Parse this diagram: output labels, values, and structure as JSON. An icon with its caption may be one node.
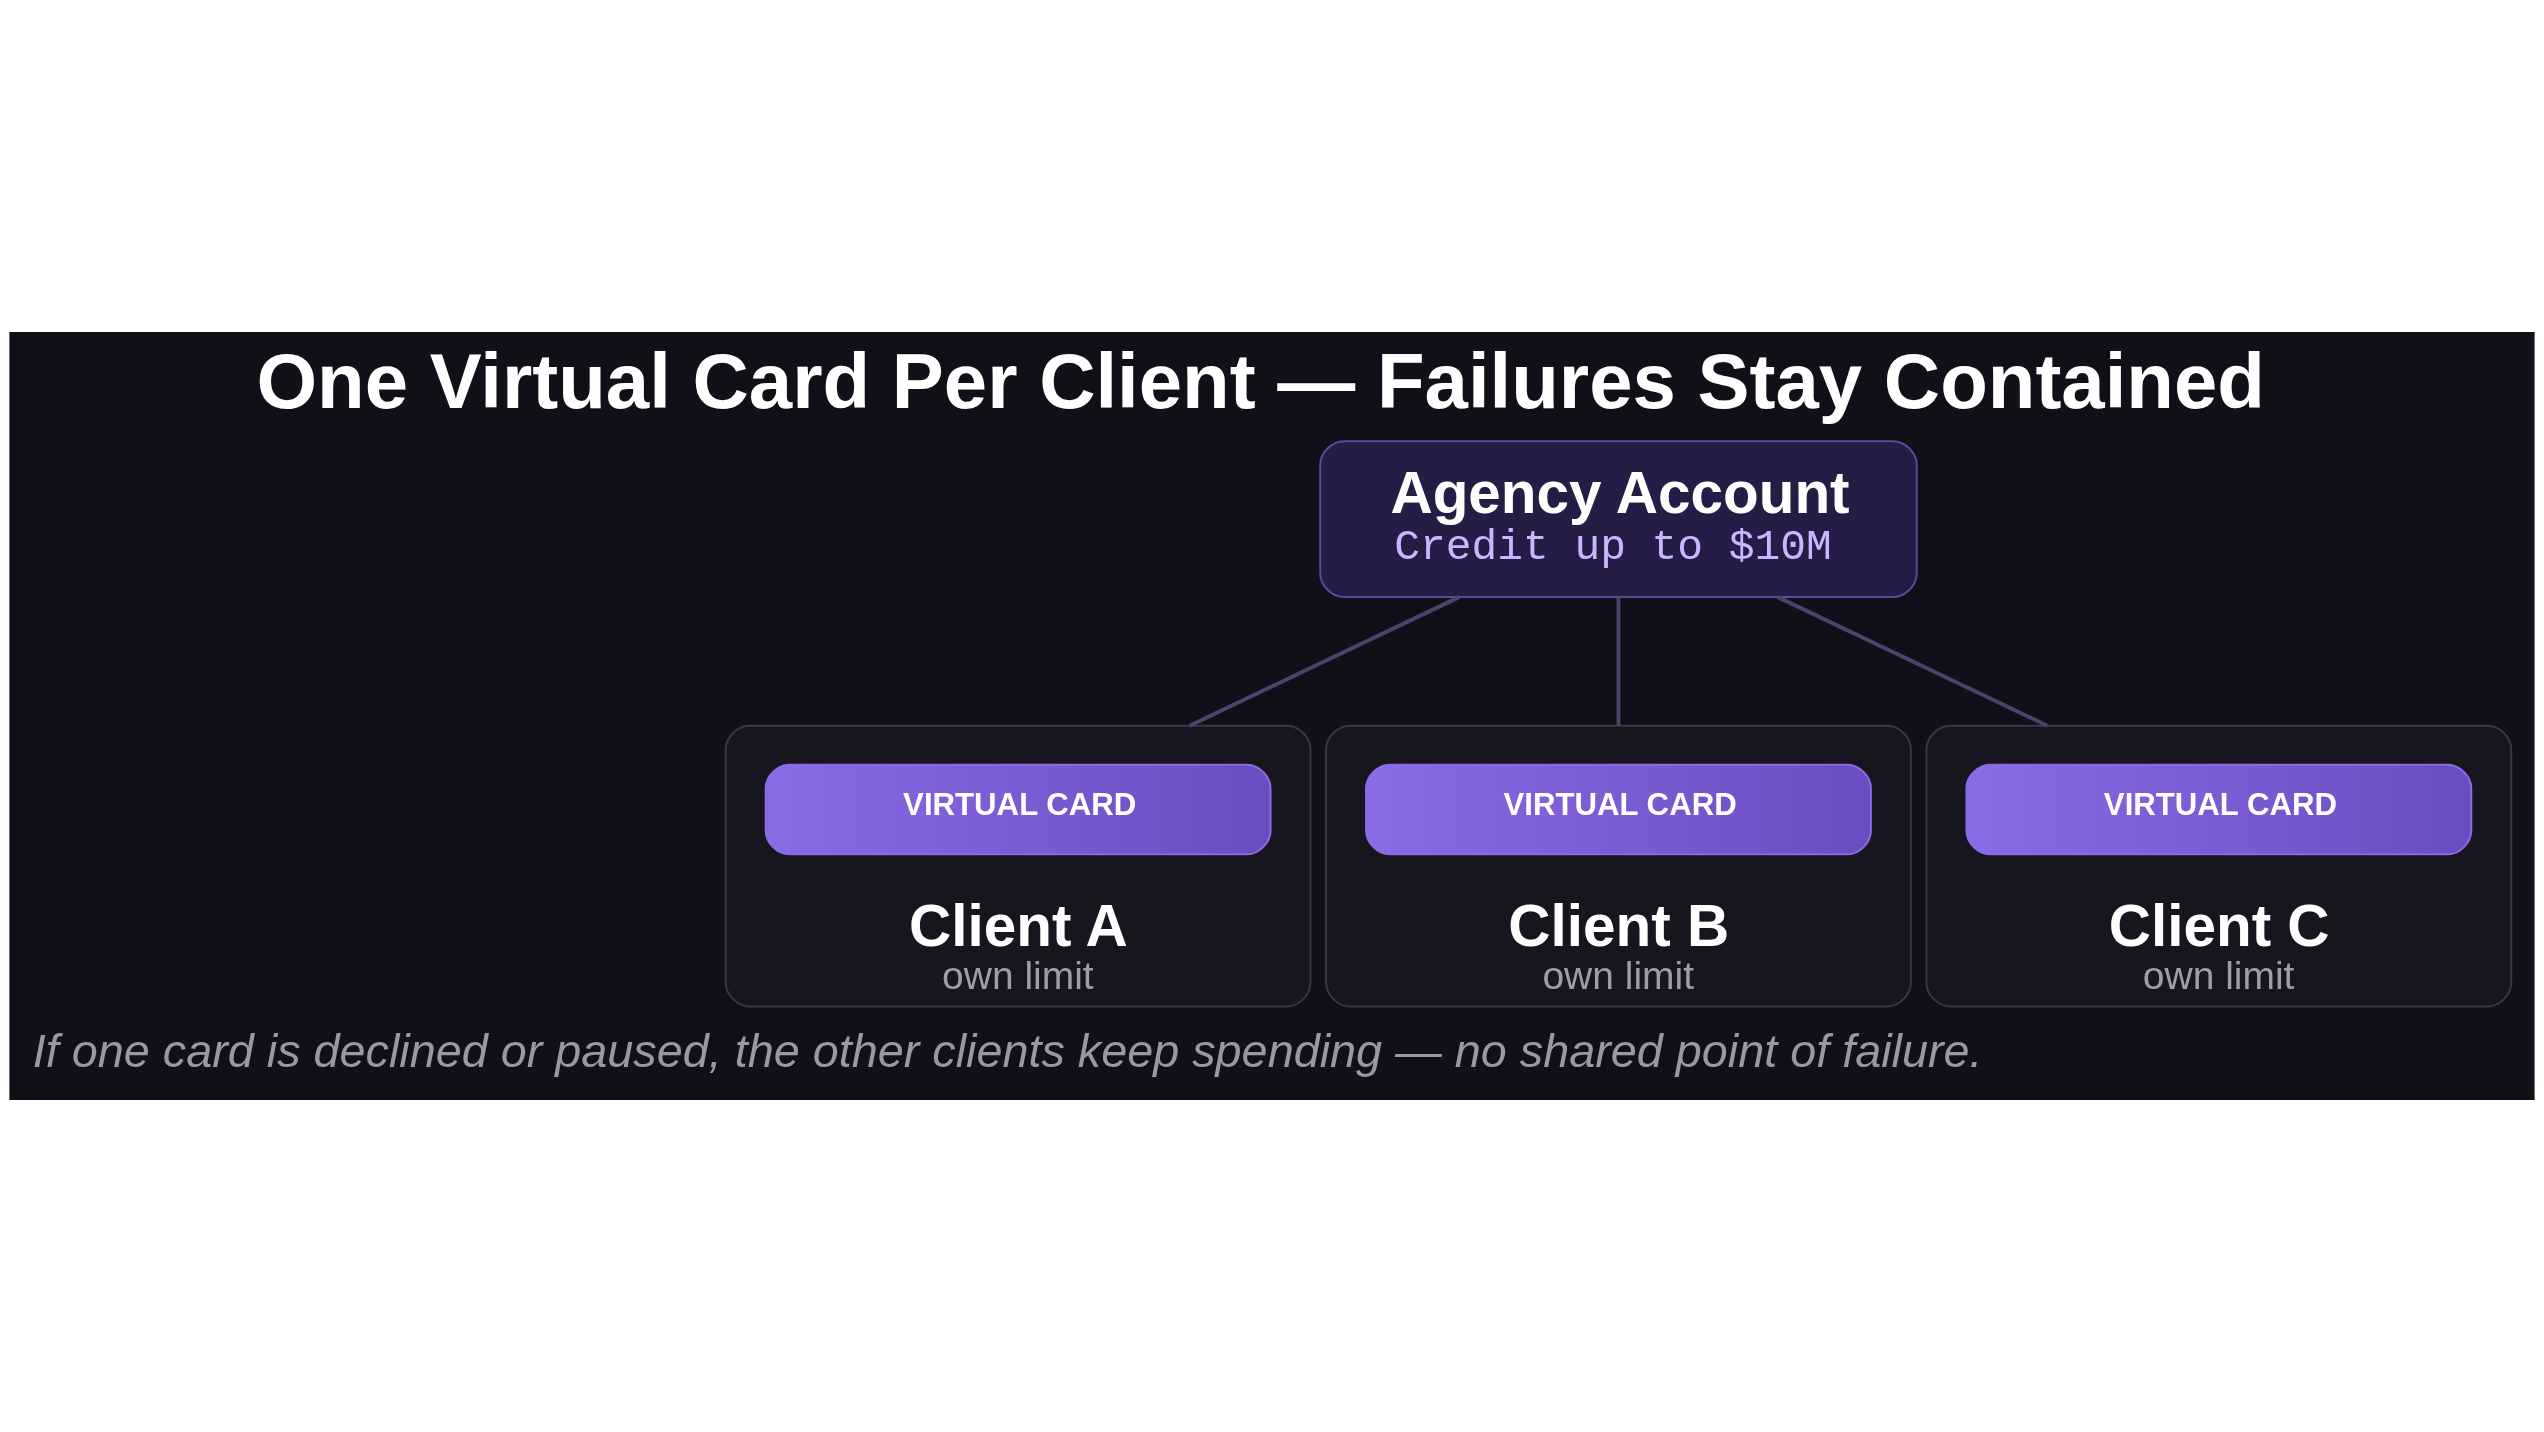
{
  "diagram": {
    "title": "One Virtual Card Per Client — Failures Stay Contained",
    "caption": "If one card is declined or paused, the other clients keep spending — no shared point of failure.",
    "nodes": [
      {
        "text": [
          "Agency Account",
          "Credit up to $10M"
        ]
      },
      {
        "text": [
          "Client A",
          "own limit"
        ]
      },
      {
        "text": [
          "VIRTUAL CARD"
        ],
        "in": 1
      },
      {
        "text": [
          "Client B",
          "own limit"
        ]
      },
      {
        "text": [
          "VIRTUAL CARD"
        ],
        "in": 3
      },
      {
        "text": [
          "Client C",
          "own limit"
        ]
      },
      {
        "text": [
          "VIRTUAL CARD"
        ],
        "in": 5
      }
    ],
    "edges": [
      {
        "from": 0,
        "to": 1,
        "arrow": "none"
      },
      {
        "from": 0,
        "to": 3,
        "arrow": "none"
      },
      {
        "from": 0,
        "to": 5,
        "arrow": "none"
      }
    ]
  }
}
